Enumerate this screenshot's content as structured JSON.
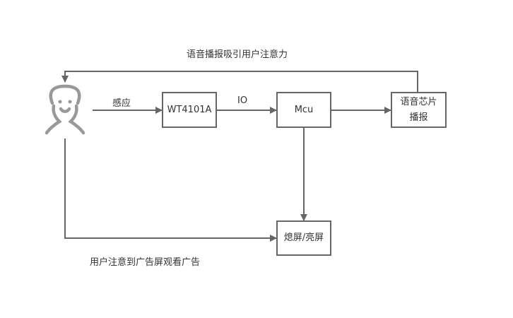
{
  "diagram": {
    "type": "flowchart",
    "colors": {
      "line": "#666666",
      "icon": "#999999",
      "text": "#333333",
      "background": "#ffffff"
    },
    "nodes": {
      "user": {
        "icon": "person-icon",
        "label": ""
      },
      "sensor": {
        "label": "WT4101A"
      },
      "mcu": {
        "label": "Mcu"
      },
      "voice_chip": {
        "line1": "语音芯片",
        "line2": "播报"
      },
      "screen": {
        "label": "熄屏/亮屏"
      }
    },
    "edges": {
      "user_to_sensor": {
        "from": "user",
        "to": "sensor",
        "label": "感应"
      },
      "sensor_to_mcu": {
        "from": "sensor",
        "to": "mcu",
        "label": "IO"
      },
      "mcu_to_voice": {
        "from": "mcu",
        "to": "voice_chip",
        "label": ""
      },
      "mcu_to_screen": {
        "from": "mcu",
        "to": "screen",
        "label": ""
      },
      "voice_to_user": {
        "from": "voice_chip",
        "to": "user",
        "label": "语音播报吸引用户注意力"
      },
      "user_to_screen": {
        "from": "user",
        "to": "screen",
        "label": "用户注意到广告屏观看广告"
      }
    }
  }
}
